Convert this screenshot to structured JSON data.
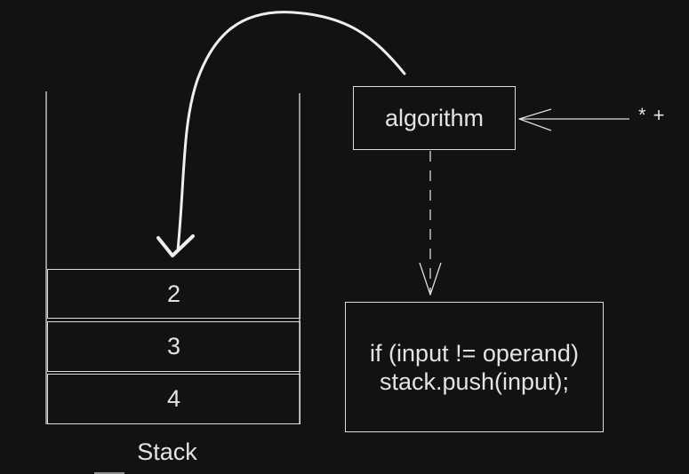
{
  "diagram": {
    "stack": {
      "label": "Stack",
      "items": [
        "2",
        "3",
        "4"
      ]
    },
    "algorithm_box": {
      "label": "algorithm"
    },
    "input_tokens": "* +",
    "code_box": {
      "lines": [
        "if (input != operand)",
        "stack.push(input);"
      ]
    }
  }
}
